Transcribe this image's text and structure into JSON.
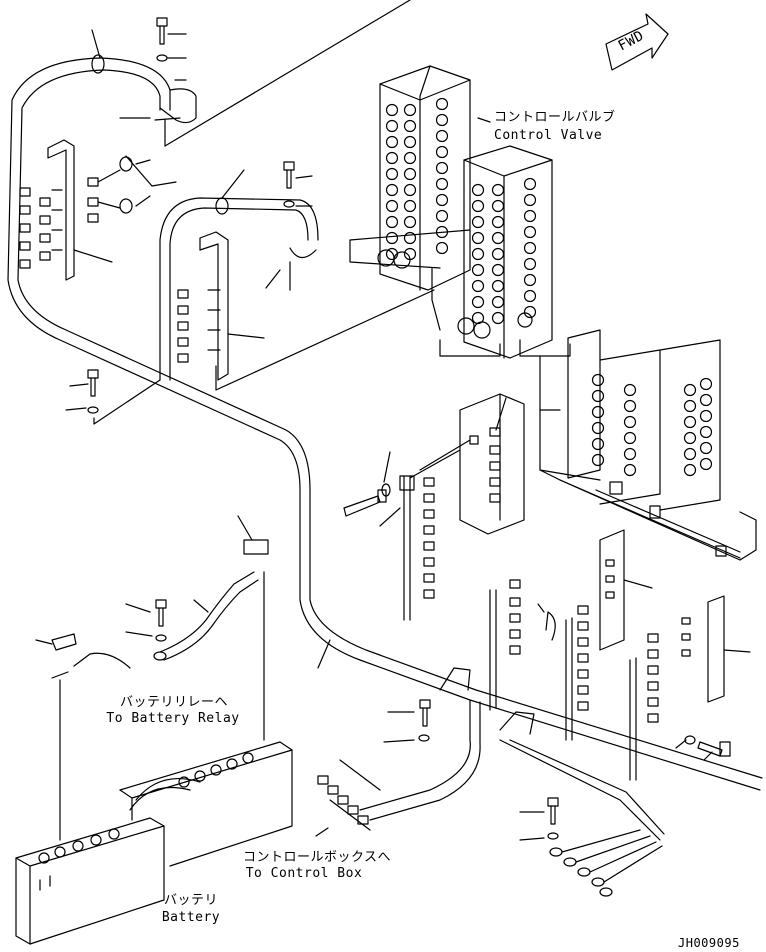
{
  "labels": {
    "control_valve_jp": "コントロールバルブ",
    "control_valve_en": "Control Valve",
    "fwd": "FWD",
    "battery_relay_jp": "バッテリリレーヘ",
    "battery_relay_en": "To Battery Relay",
    "control_box_jp": "コントロールボックスへ",
    "control_box_en": "To Control Box",
    "battery_jp": "バッテリ",
    "battery_en": "Battery",
    "drawing_no": "JH009095"
  }
}
